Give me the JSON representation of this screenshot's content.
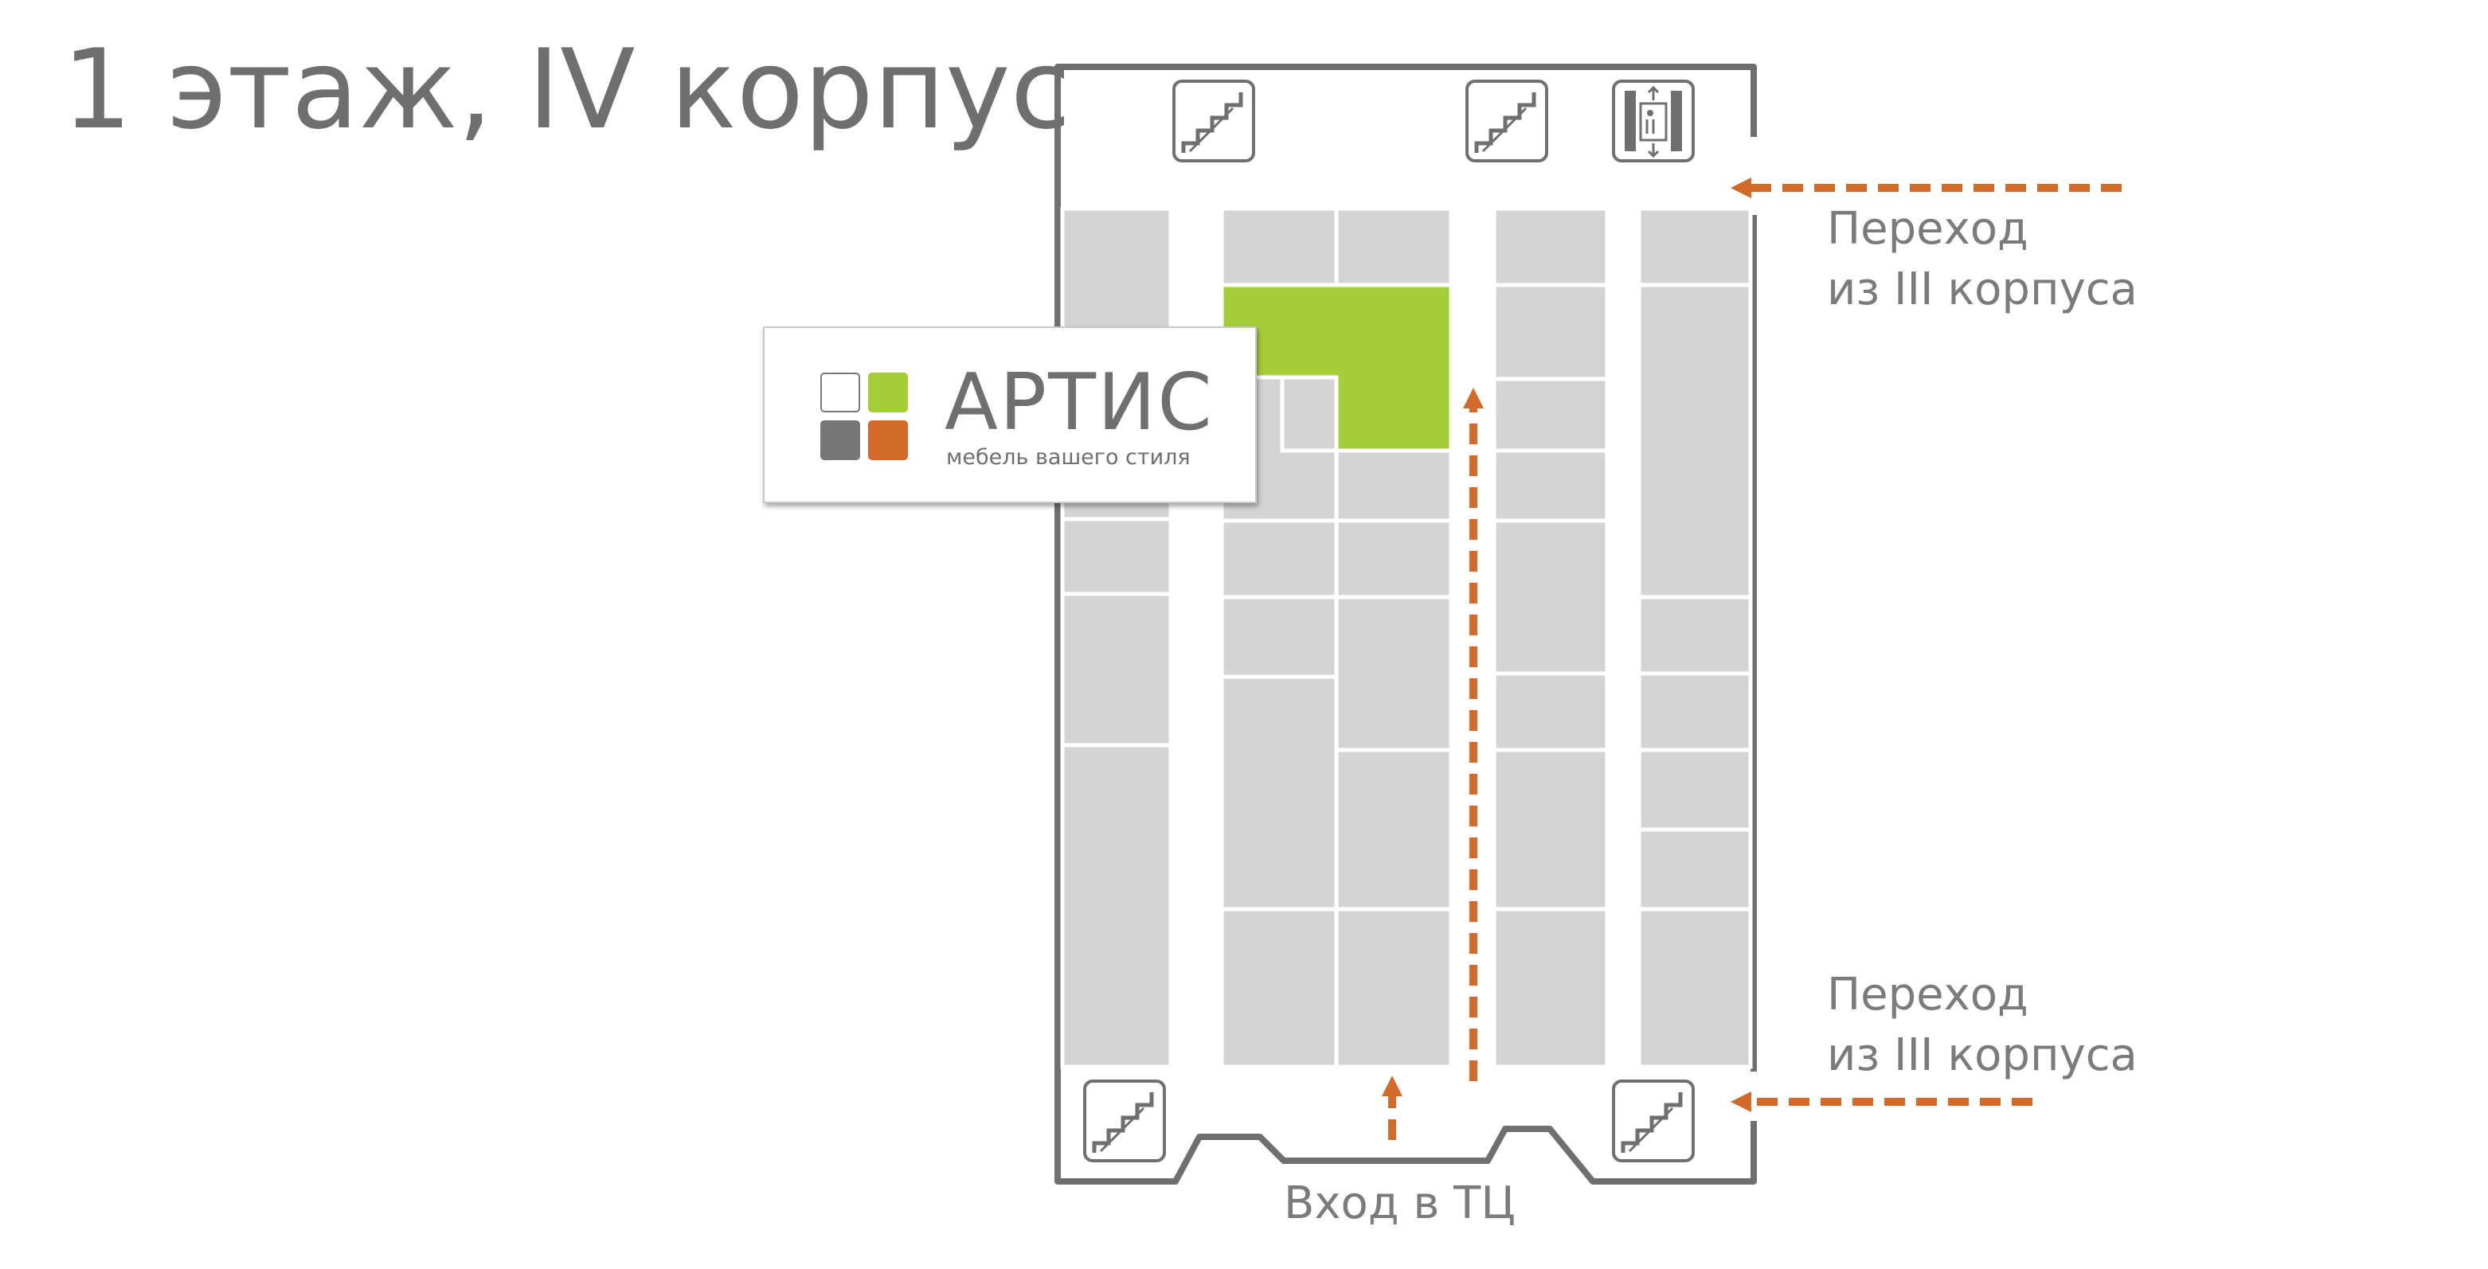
{
  "title": "1 этаж, IV корпус",
  "labels": {
    "transfer_top_line1": "Переход",
    "transfer_top_line2": "из III корпуса",
    "transfer_bottom_line1": "Переход",
    "transfer_bottom_line2": "из III корпуса",
    "entrance": "Вход в ТЦ"
  },
  "store": {
    "name": "АРТИС",
    "tagline": "мебель вашего стиля",
    "highlight_color": "#a5cd39"
  },
  "icons": [
    "stairs-icon",
    "stairs-icon",
    "elevator-icon",
    "stairs-icon",
    "stairs-icon"
  ],
  "colors": {
    "route": "#d36a2a",
    "store_block": "#d3d4d6",
    "walls": "#6f6f6f",
    "text": "#7b7b7b",
    "logo_gray": "#777777",
    "logo_orange": "#d36a2a",
    "logo_green": "#a5cd39"
  }
}
